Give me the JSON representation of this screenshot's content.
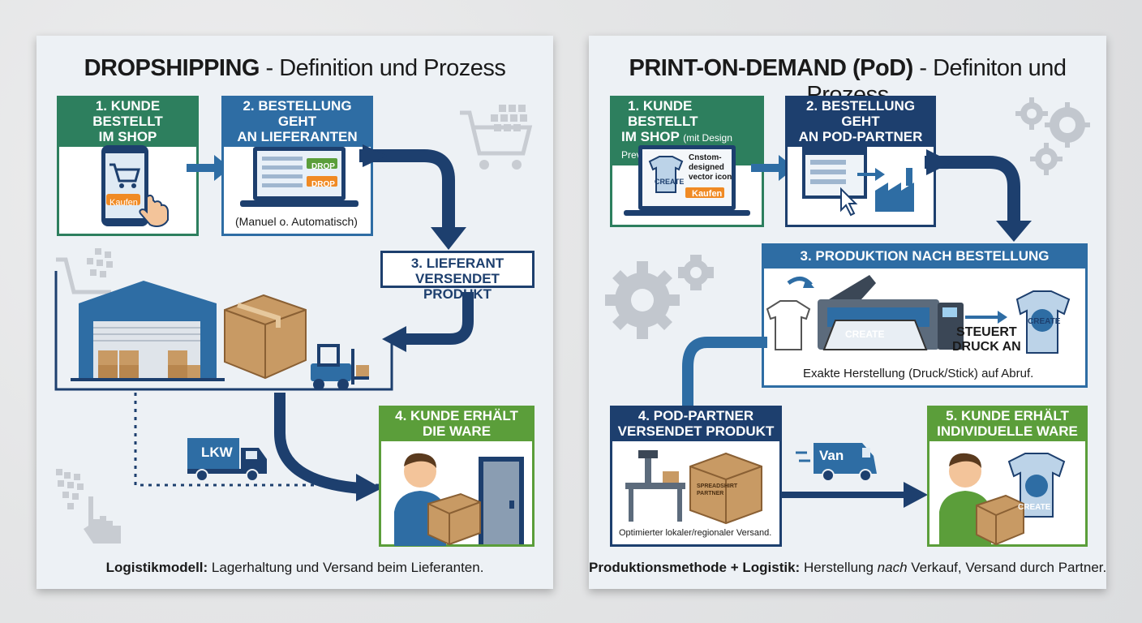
{
  "left": {
    "title_bold": "DROPSHIPPING",
    "title_rest": " - Definition und Prozess",
    "step1": [
      "1. KUNDE BESTELLT",
      "IM SHOP"
    ],
    "step1_button": "Kaufen",
    "step2": [
      "2. BESTELLUNG GEHT",
      "AN LIEFERANTEN"
    ],
    "step2_tags": [
      "DROP",
      "DROP"
    ],
    "step2_caption": "(Manuel o. Automatisch)",
    "step3": [
      "3. LIEFERANT",
      "VERSENDET PRODUKT"
    ],
    "step4": [
      "4. KUNDE ERHÄLT",
      "DIE WARE"
    ],
    "truck_label": "LKW",
    "footer_bold": "Logistikmodell:",
    "footer_rest": " Lagerhaltung und Versand beim Lieferanten."
  },
  "right": {
    "title_bold": "PRINT-ON-DEMAND (PoD)",
    "title_rest": " - Definiton und Prozess",
    "step1": [
      "1. KUNDE BESTELLT",
      "IM SHOP"
    ],
    "step1_small": "(mit Design Preview)",
    "step1_screen_text": [
      "Cnstom-",
      "designed",
      "vector icon"
    ],
    "step1_button": "Kaufen",
    "step2": [
      "2. BESTELLUNG GEHT",
      "AN POD-PARTNER"
    ],
    "step3": "3. PRODUKTION NACH BESTELLUNG",
    "step3_control": [
      "STEUERT",
      "DRUCK AN"
    ],
    "step3_caption": "Exakte Herstellung (Druck/Stick) auf Abruf.",
    "shirt_logo": "CREATE",
    "step4": [
      "4. POD-PARTNER",
      "VERSENDET PRODUKT"
    ],
    "step4_box_text": [
      "SPREADSHIRT",
      "PARTNER"
    ],
    "step4_caption": "Optimierter lokaler/regionaler Versand.",
    "van_label": "Van",
    "step5": [
      "5. KUNDE ERHÄLT",
      "INDIVIDUELLE WARE"
    ],
    "footer_bold": "Produktionsmethode + Logistik:",
    "footer_mid": " Herstellung ",
    "footer_em": "nach",
    "footer_rest": " Verkauf, Versand durch Partner."
  },
  "colors": {
    "green": "#2d7f5e",
    "blue": "#2e6da4",
    "navy": "#1d3f6e",
    "light_green": "#5b9e3a",
    "orange": "#f08a24",
    "cardboard": "#c89a64"
  }
}
